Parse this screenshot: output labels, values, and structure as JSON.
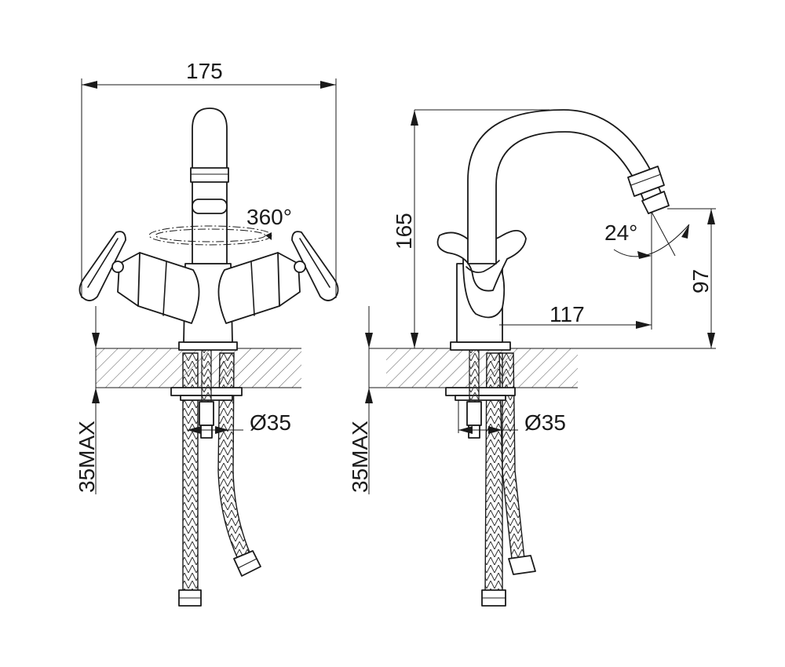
{
  "dimensions": {
    "width_total": "175",
    "height_total": "165",
    "spout_height": "97",
    "spout_reach": "117",
    "swivel": "360°",
    "spout_angle": "24°",
    "mount_hole_left": "Ø35",
    "mount_hole_right": "Ø35",
    "counter_thickness_left": "35MAX",
    "counter_thickness_right": "35MAX"
  }
}
